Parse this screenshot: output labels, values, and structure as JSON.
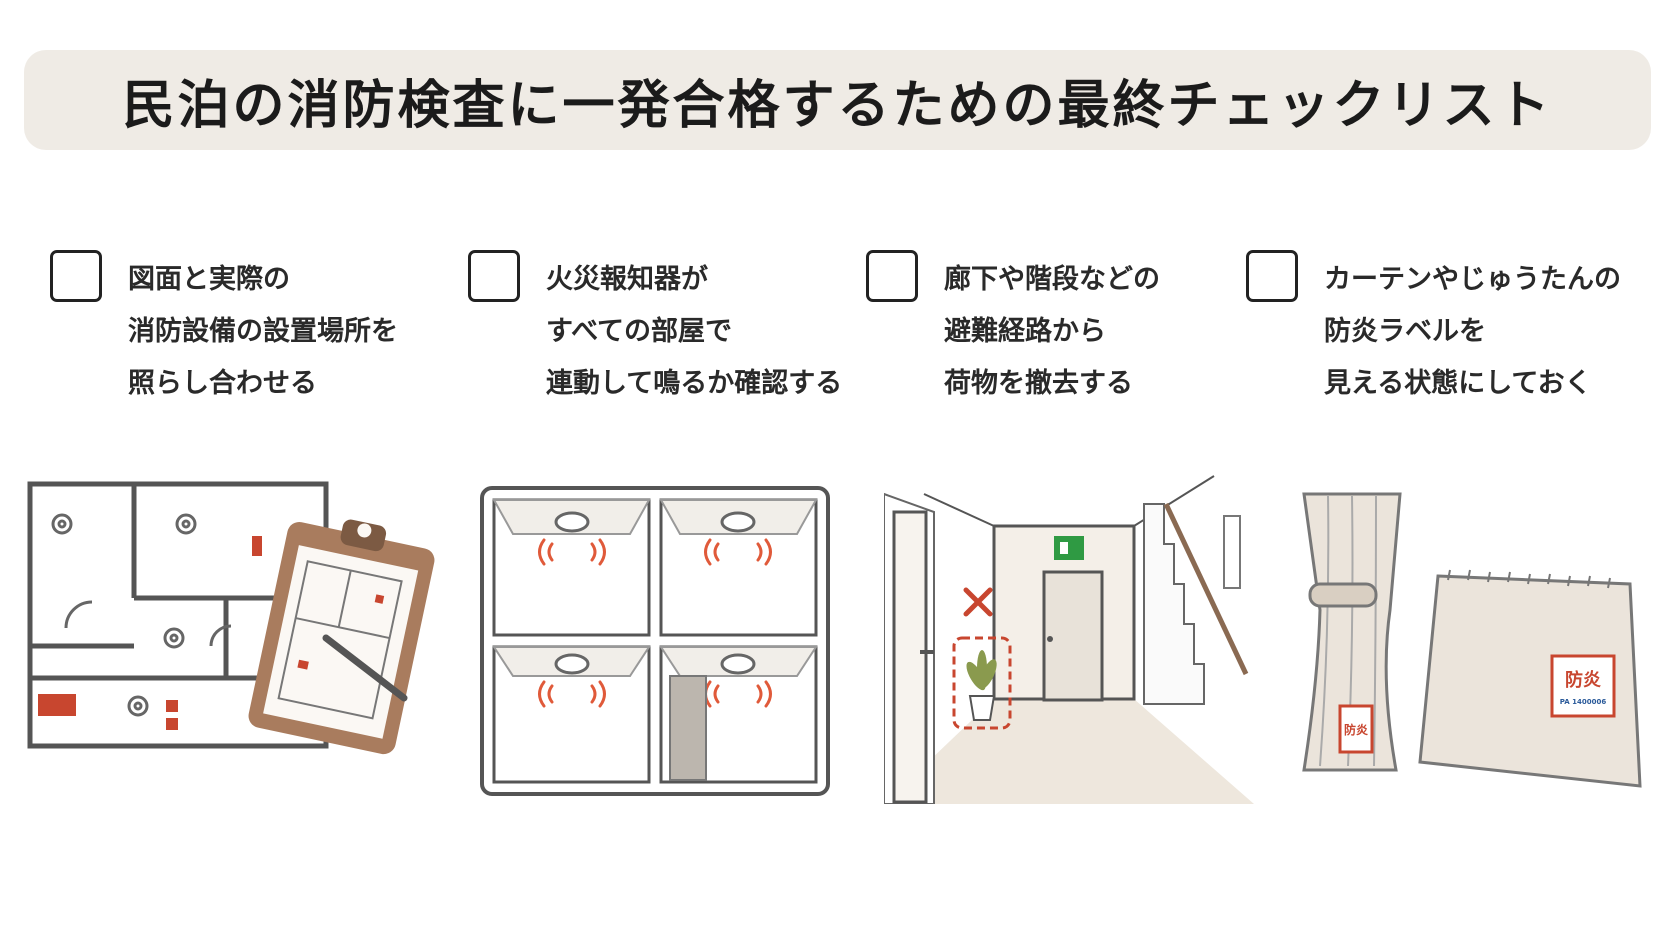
{
  "title": "民泊の消防検査に一発合格するための最終チェックリスト",
  "items": [
    {
      "lines": [
        "図面と実際の",
        "消防設備の設置場所を",
        "照らし合わせる"
      ]
    },
    {
      "lines": [
        "火災報知器が",
        "すべての部屋で",
        "連動して鳴るか確認する"
      ]
    },
    {
      "lines": [
        "廊下や階段などの",
        "避難経路から",
        "荷物を撤去する"
      ]
    },
    {
      "lines": [
        "カーテンやじゅうたんの",
        "防炎ラベルを",
        "見える状態にしておく"
      ]
    }
  ],
  "labels": {
    "curtain_label": "防炎",
    "rug_label": "防炎",
    "rug_label_sub": "PA 1400006"
  },
  "colors": {
    "accent": "#c8462f",
    "title_bg": "#efebe5",
    "wood": "#a97c5e"
  }
}
